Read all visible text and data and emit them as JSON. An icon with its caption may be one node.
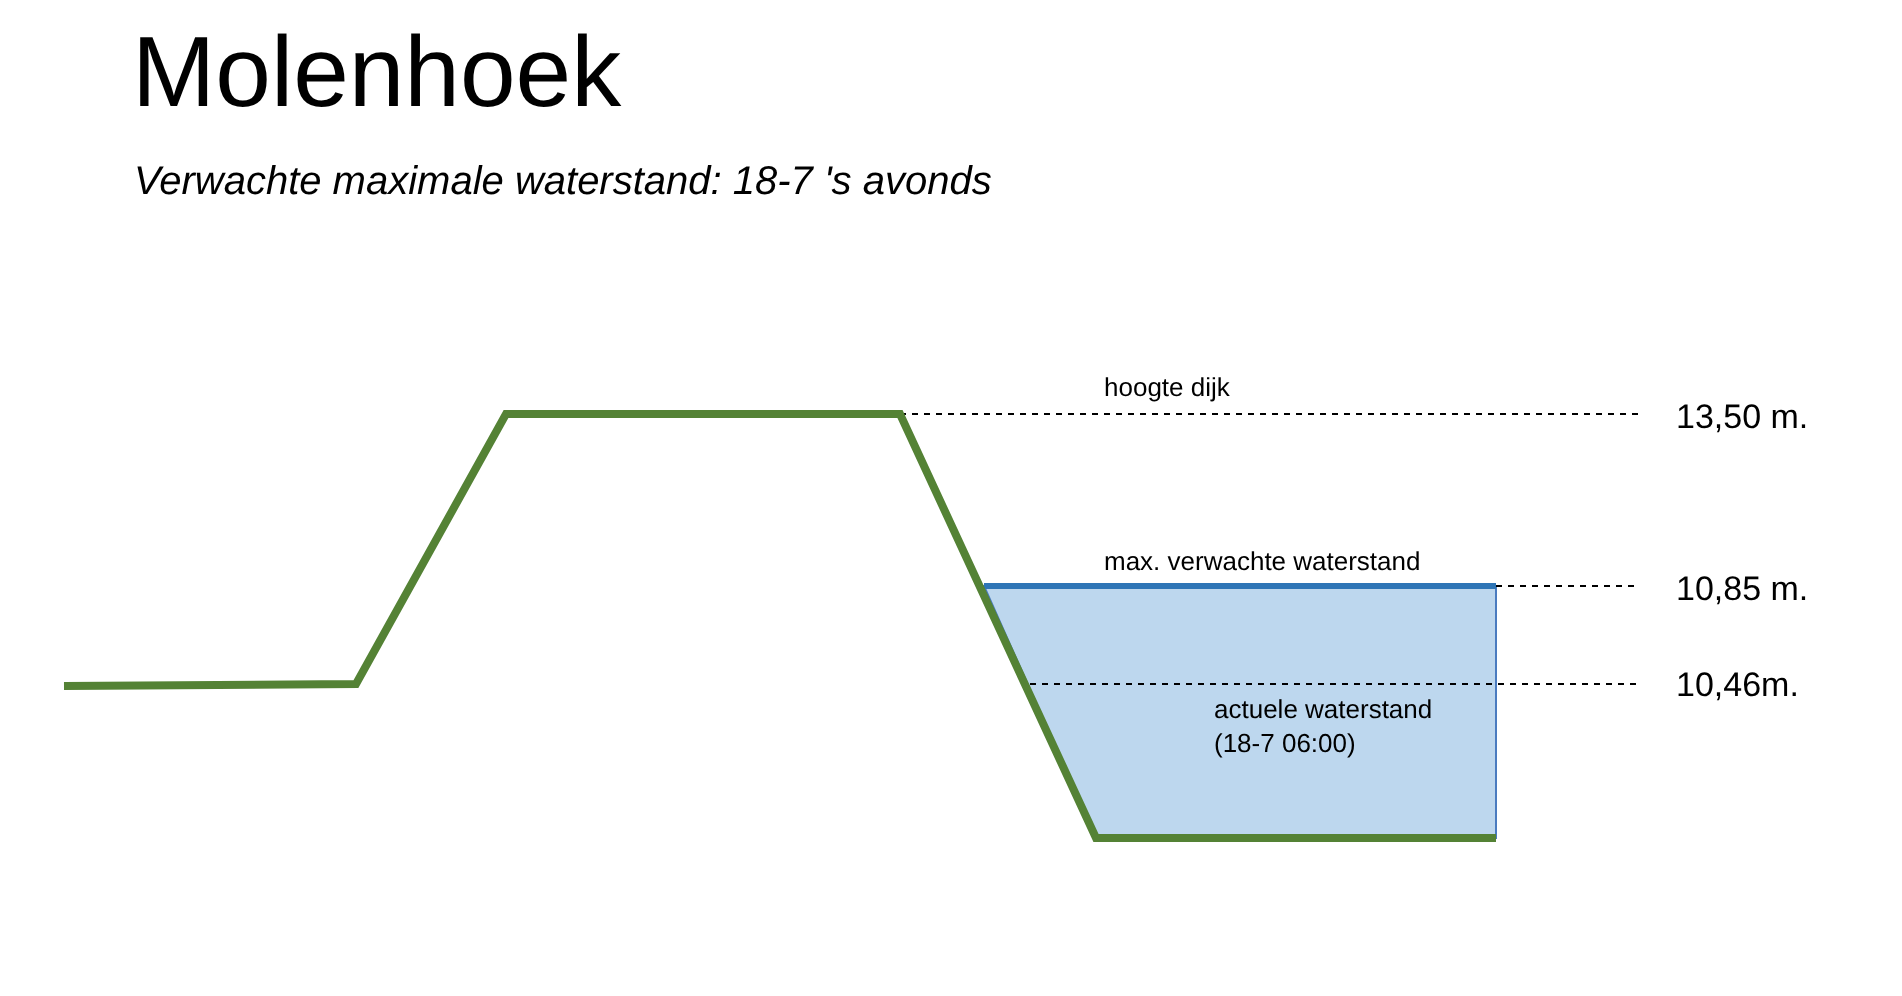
{
  "diagram": {
    "title": "Molenhoek",
    "labels": [
      "Verwachte maximale waterstand: 18-7 's avonds",
      "hoogte dijk",
      "13,50 m.",
      "max. verwachte waterstand",
      "10,85 m.",
      "10,46m.",
      "actuele waterstand (18-7 06:00)"
    ]
  }
}
